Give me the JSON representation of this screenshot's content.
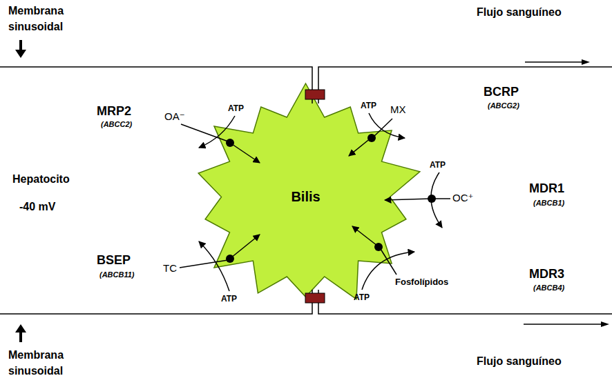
{
  "diagram": {
    "nodes": [
      {
        "text": [
          "Bilis"
        ]
      }
    ],
    "labels": [
      "Membrana sinusoidal",
      "Flujo sanguíneo",
      "MRP2",
      "(ABCC2)",
      "OA⁻",
      "ATP",
      "ATP",
      "MX",
      "BCRP",
      "(ABCG2)",
      "Hepatocito",
      "-40 mV",
      "MDR1",
      "(ABCB1)",
      "ATP",
      "OC⁺",
      "BSEP",
      "(ABCB11)",
      "TC",
      "ATP",
      "ATP",
      "Fosfolípidos",
      "MDR3",
      "(ABCB4)",
      "Membrana sinusoidal",
      "Flujo sanguíneo"
    ]
  }
}
